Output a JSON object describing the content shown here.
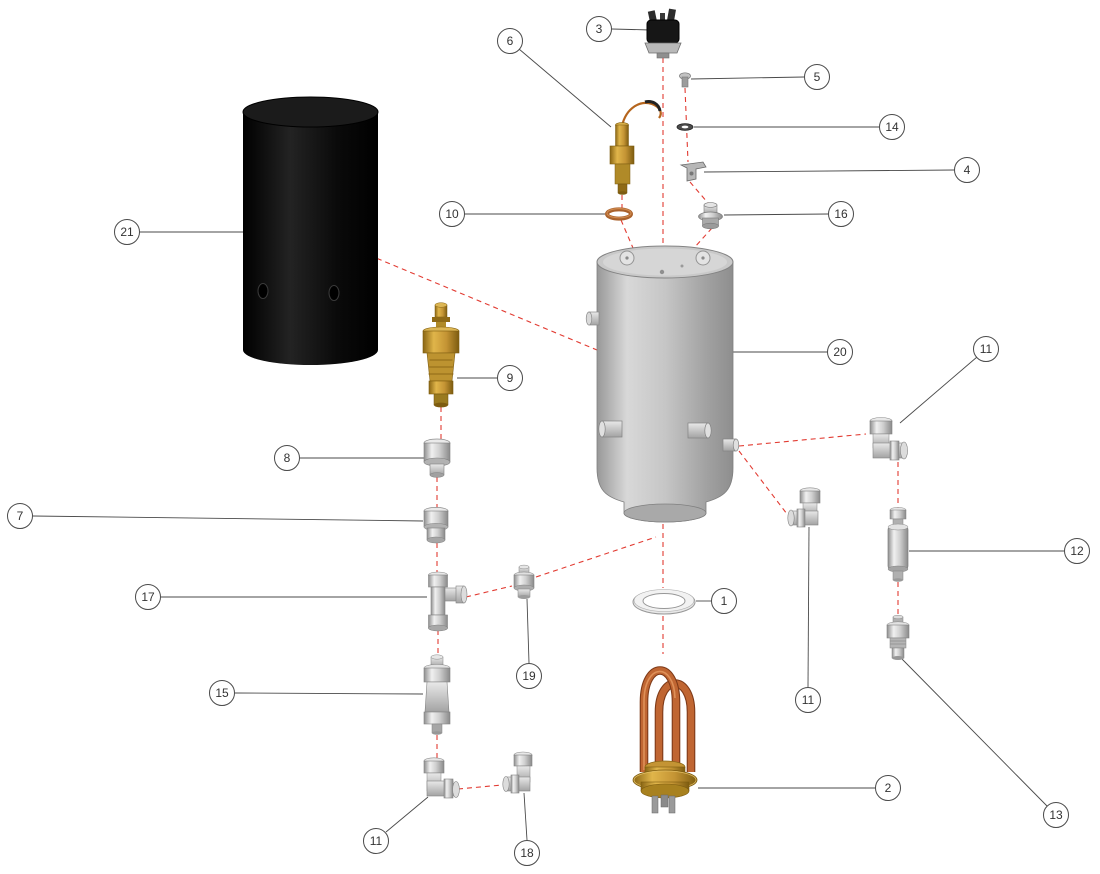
{
  "diagram": {
    "type": "exploded-parts-diagram",
    "background_color": "#ffffff",
    "axis_line_color": "#e23b32",
    "leader_line_color": "#4a4a4a",
    "callout_text_color": "#333333",
    "callout_border_color": "#4a4a4a",
    "part_colors": {
      "brass": "#c49434",
      "copper": "#c06632",
      "chrome": "#cfcfcf",
      "steel": "#c6c6c6",
      "insulation": "#0a0a0a"
    },
    "callouts": [
      {
        "label": "3"
      },
      {
        "label": "6"
      },
      {
        "label": "5"
      },
      {
        "label": "14"
      },
      {
        "label": "4"
      },
      {
        "label": "10"
      },
      {
        "label": "16"
      },
      {
        "label": "21"
      },
      {
        "label": "20"
      },
      {
        "label": "11"
      },
      {
        "label": "9"
      },
      {
        "label": "8"
      },
      {
        "label": "7"
      },
      {
        "label": "12"
      },
      {
        "label": "17"
      },
      {
        "label": "1"
      },
      {
        "label": "19"
      },
      {
        "label": "15"
      },
      {
        "label": "11"
      },
      {
        "label": "2"
      },
      {
        "label": "13"
      },
      {
        "label": "11"
      },
      {
        "label": "18"
      }
    ]
  }
}
